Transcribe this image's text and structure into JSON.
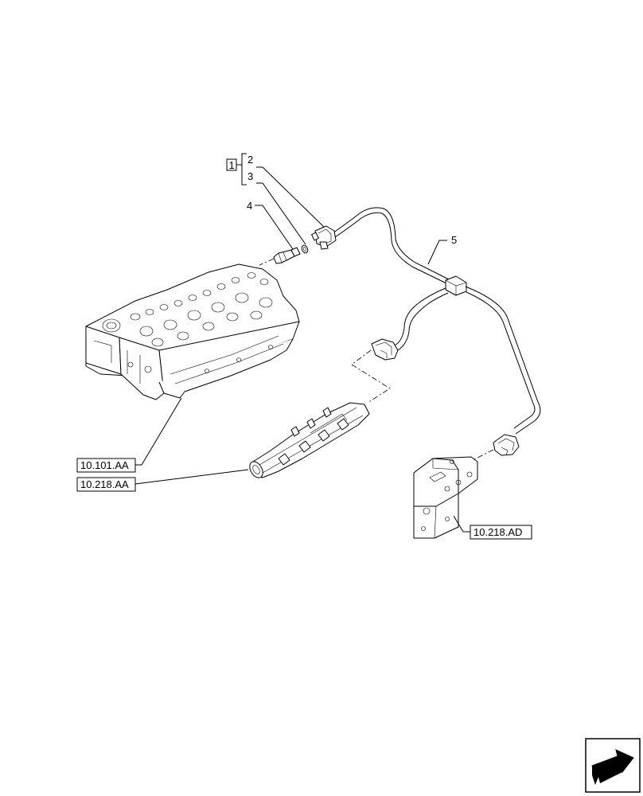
{
  "callouts": {
    "kit_box": "1",
    "item_2": "2",
    "item_3": "3",
    "item_4": "4",
    "item_5": "5"
  },
  "references": {
    "engine_head": "10.101.AA",
    "fuel_rail": "10.218.AA",
    "bracket": "10.218.AD"
  },
  "nav": {
    "icon": "next-page-arrow-icon"
  }
}
